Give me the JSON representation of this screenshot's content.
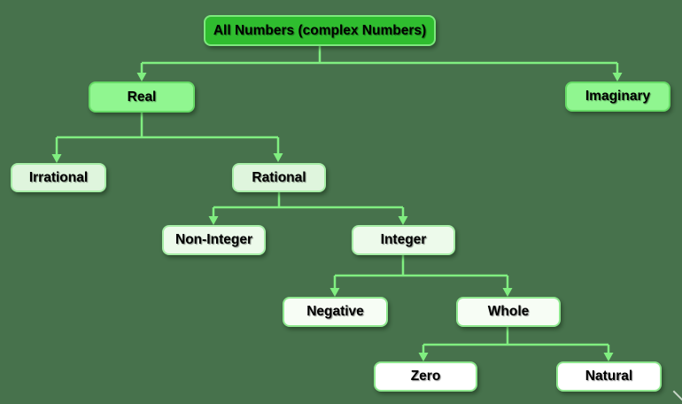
{
  "colors": {
    "background": "#47724c",
    "connector": "#80ee80",
    "text": "#000000"
  },
  "nodes": {
    "all_numbers": {
      "label": "All Numbers (complex Numbers)",
      "fill": "#2fbd2f"
    },
    "real": {
      "label": "Real",
      "fill": "#90f690"
    },
    "imaginary": {
      "label": "Imaginary",
      "fill": "#90f690"
    },
    "irrational": {
      "label": "Irrational",
      "fill": "#dff5dd"
    },
    "rational": {
      "label": "Rational",
      "fill": "#dff5dd"
    },
    "non_integer": {
      "label": "Non-Integer",
      "fill": "#edfaeb"
    },
    "integer": {
      "label": "Integer",
      "fill": "#edfaeb"
    },
    "negative": {
      "label": "Negative",
      "fill": "#f7fdf5"
    },
    "whole": {
      "label": "Whole",
      "fill": "#f7fdf5"
    },
    "zero": {
      "label": "Zero",
      "fill": "#ffffff"
    },
    "natural": {
      "label": "Natural",
      "fill": "#ffffff"
    }
  },
  "edges": [
    {
      "parent": "all_numbers",
      "child": "real"
    },
    {
      "parent": "all_numbers",
      "child": "imaginary"
    },
    {
      "parent": "real",
      "child": "irrational"
    },
    {
      "parent": "real",
      "child": "rational"
    },
    {
      "parent": "rational",
      "child": "non_integer"
    },
    {
      "parent": "rational",
      "child": "integer"
    },
    {
      "parent": "integer",
      "child": "negative"
    },
    {
      "parent": "integer",
      "child": "whole"
    },
    {
      "parent": "whole",
      "child": "zero"
    },
    {
      "parent": "whole",
      "child": "natural"
    }
  ]
}
